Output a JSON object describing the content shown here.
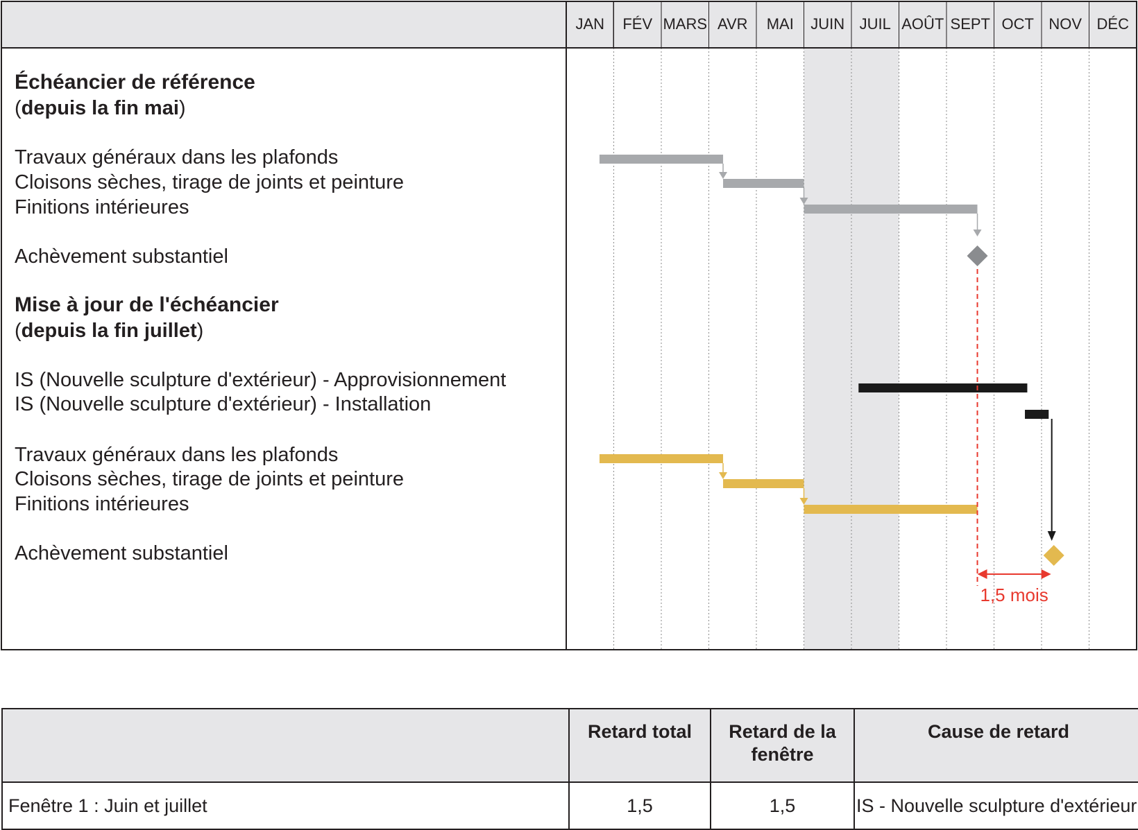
{
  "months": [
    "JAN",
    "FÉV",
    "MARS",
    "AVR",
    "MAI",
    "JUIN",
    "JUIL",
    "AOÛT",
    "SEPT",
    "OCT",
    "NOV",
    "DÉC"
  ],
  "highlight_months": [
    "JUIN",
    "JUIL"
  ],
  "baseline": {
    "heading_line1": "Échéancier de référence",
    "heading_line2_open": "(",
    "heading_line2_bold": "depuis la fin mai",
    "heading_line2_close": ")",
    "tasks": [
      {
        "label": "Travaux généraux dans les plafonds",
        "start": 1.7,
        "end": 4.3
      },
      {
        "label": "Cloisons sèches, tirage de joints et peinture",
        "start": 4.3,
        "end": 6.0
      },
      {
        "label": "Finitions intérieures",
        "start": 6.0,
        "end": 9.65
      }
    ],
    "milestone": {
      "label": "Achèvement substantiel",
      "at": 9.65
    }
  },
  "update": {
    "heading_line1": "Mise à jour de l'échéancier",
    "heading_line2_open": "(",
    "heading_line2_bold": "depuis la fin juillet",
    "heading_line2_close": ")",
    "is_tasks": [
      {
        "label": "IS (Nouvelle sculpture d'extérieur) - Approvisionnement",
        "start": 7.15,
        "end": 10.7
      },
      {
        "label": "IS (Nouvelle sculpture d'extérieur) - Installation",
        "start": 10.65,
        "end": 11.15
      }
    ],
    "tasks": [
      {
        "label": "Travaux généraux dans les plafonds",
        "start": 1.7,
        "end": 4.3
      },
      {
        "label": "Cloisons sèches, tirage de joints et peinture",
        "start": 4.3,
        "end": 6.0
      },
      {
        "label": "Finitions intérieures",
        "start": 6.0,
        "end": 9.65
      }
    ],
    "milestone": {
      "label": "Achèvement substantiel",
      "at": 11.2
    }
  },
  "delay": {
    "label": "1,5 mois",
    "from": 9.65,
    "to": 11.2
  },
  "colors": {
    "baseline_bar": "#a7a9ac",
    "baseline_milestone": "#8a8c8f",
    "update_bar": "#e3b94f",
    "is_bar": "#1a1a1a",
    "delay": "#e8392e",
    "header_fill": "#e6e6e8",
    "highlight_fill": "#e6e6e8"
  },
  "summary_table": {
    "headers": [
      "",
      "Retard total",
      "Retard de la fenêtre",
      "Cause de retard"
    ],
    "rows": [
      {
        "window": "Fenêtre 1 : Juin et juillet",
        "total_delay": "1,5",
        "window_delay": "1,5",
        "cause": "IS - Nouvelle sculpture d'extérieur"
      }
    ]
  }
}
